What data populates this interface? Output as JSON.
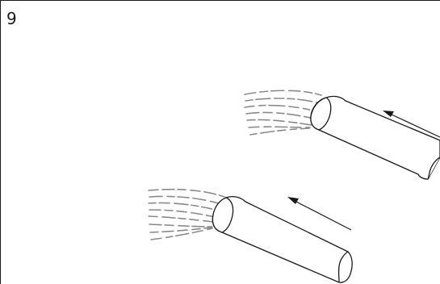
{
  "step": {
    "number": "9"
  },
  "illustration": {
    "cables": [
      {
        "name": "upper-cable",
        "arrow_direction": "toward-strands"
      },
      {
        "name": "lower-cable",
        "arrow_direction": "toward-strands"
      }
    ]
  },
  "colors": {
    "line": "#1a1a1a",
    "strands": "#8a8a8a",
    "background": "#ffffff"
  }
}
